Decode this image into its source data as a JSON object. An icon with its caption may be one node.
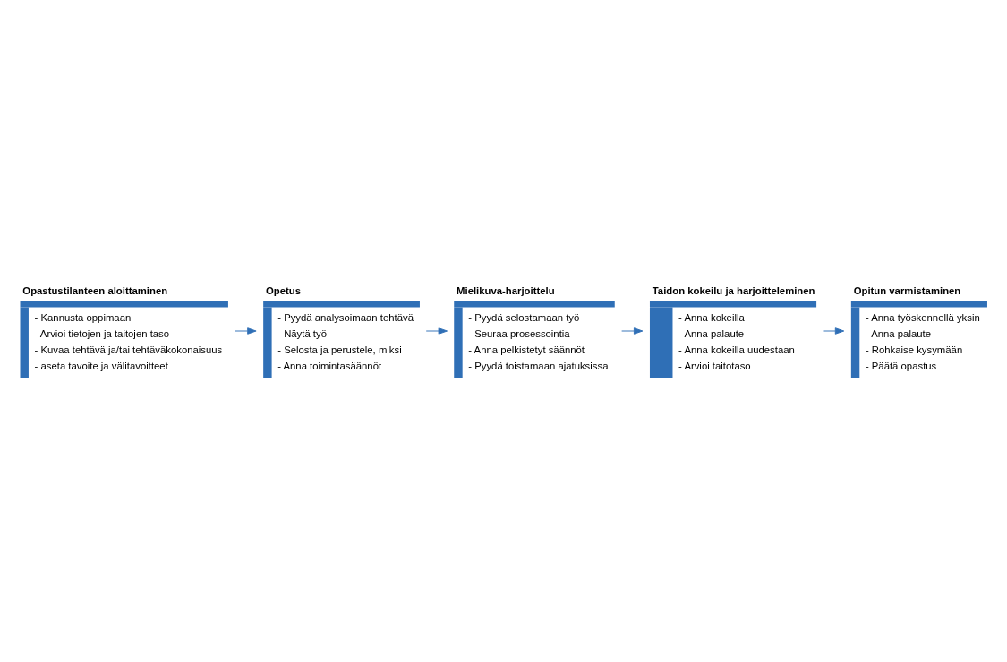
{
  "diagram": {
    "nodes": [
      {
        "text": [
          "Opastustilanteen aloittaminen",
          "- Kannusta oppimaan",
          "- Arvioi tietojen ja taitojen taso",
          "- Kuvaa tehtävä ja/tai tehtäväkokonaisuus",
          "- aseta tavoite ja välitavoitteet"
        ]
      },
      {
        "text": [
          "Opetus",
          "- Pyydä analysoimaan tehtävä",
          "- Näytä työ",
          "- Selosta ja perustele, miksi",
          "- Anna toimintasäännöt"
        ]
      },
      {
        "text": [
          "Mielikuva-harjoittelu",
          "- Pyydä selostamaan työ",
          "- Seuraa prosessointia",
          "- Anna pelkistetyt säännöt",
          "- Pyydä toistamaan ajatuksissa"
        ]
      },
      {
        "text": [
          "Taidon kokeilu ja harjoitteleminen",
          "- Anna kokeilla",
          "- Anna palaute",
          "- Anna kokeilla uudestaan",
          "- Arvioi taitotaso"
        ]
      },
      {
        "text": [
          "Opitun varmistaminen",
          "- Anna työskennellä yksin",
          "- Anna palaute",
          "- Rohkaise kysymään",
          "- Päätä opastus"
        ]
      }
    ],
    "edges": [
      {
        "from": 0,
        "to": 1,
        "arrow": "to"
      },
      {
        "from": 1,
        "to": 2,
        "arrow": "to"
      },
      {
        "from": 2,
        "to": 3,
        "arrow": "to"
      },
      {
        "from": 3,
        "to": 4,
        "arrow": "to"
      }
    ]
  }
}
